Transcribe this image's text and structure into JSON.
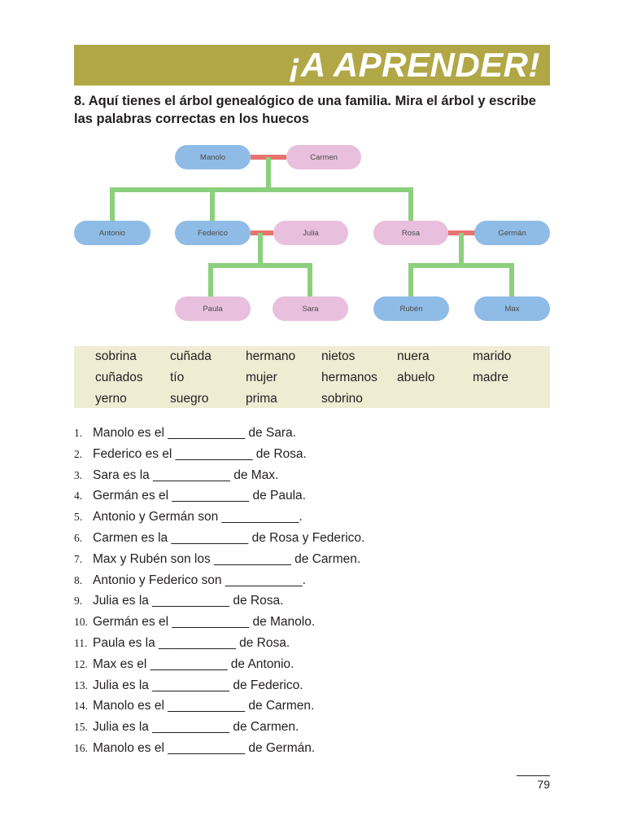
{
  "header": {
    "title": "¡A APRENDER!"
  },
  "instructions": "8. Aquí tienes el árbol genealógico de una familia. Mira el árbol y escribe las palabras correctas en los huecos",
  "tree": {
    "manolo": "Manolo",
    "carmen": "Carmen",
    "antonio": "Antonio",
    "federico": "Federico",
    "julia": "Julia",
    "rosa": "Rosa",
    "german": "Germán",
    "paula": "Paula",
    "sara": "Sara",
    "ruben": "Rubén",
    "max": "Max",
    "colors": {
      "male": "#8fbce6",
      "female": "#e8c0dd",
      "line": "#8ccf7d",
      "spouse": "#e8736f"
    }
  },
  "word_bank": [
    [
      "sobrina",
      "cuñada",
      "hermano",
      "nietos",
      "nuera",
      "marido"
    ],
    [
      "cuñados",
      "tío",
      "mujer",
      "hermanos",
      "abuelo",
      "madre"
    ],
    [
      "yerno",
      "suegro",
      "prima",
      "sobrino"
    ]
  ],
  "questions": [
    {
      "num": "1.",
      "text": "Manolo es el ___________ de Sara."
    },
    {
      "num": "2.",
      "text": "Federico es el ___________ de Rosa."
    },
    {
      "num": "3.",
      "text": "Sara es la ___________ de Max."
    },
    {
      "num": "4.",
      "text": "Germán es el ___________ de Paula."
    },
    {
      "num": "5.",
      "text": "Antonio y Germán son ___________."
    },
    {
      "num": "6.",
      "text": "Carmen es la ___________ de Rosa y Federico."
    },
    {
      "num": "7.",
      "text": "Max y Rubén son los ___________ de Carmen."
    },
    {
      "num": "8.",
      "text": "Antonio y Federico son ___________."
    },
    {
      "num": "9.",
      "text": "Julia es la ___________ de Rosa."
    },
    {
      "num": "10.",
      "text": "Germán es el ___________ de Manolo."
    },
    {
      "num": "11.",
      "text": "Paula es la ___________ de Rosa."
    },
    {
      "num": "12.",
      "text": "Max es el ___________ de Antonio."
    },
    {
      "num": "13.",
      "text": "Julia es la ___________ de Federico."
    },
    {
      "num": "14.",
      "text": "Manolo es el ___________ de Carmen."
    },
    {
      "num": "15.",
      "text": "Julia es la ___________ de Carmen."
    },
    {
      "num": "16.",
      "text": "Manolo es el ___________ de Germán."
    }
  ],
  "footer": {
    "page_number": "79"
  }
}
